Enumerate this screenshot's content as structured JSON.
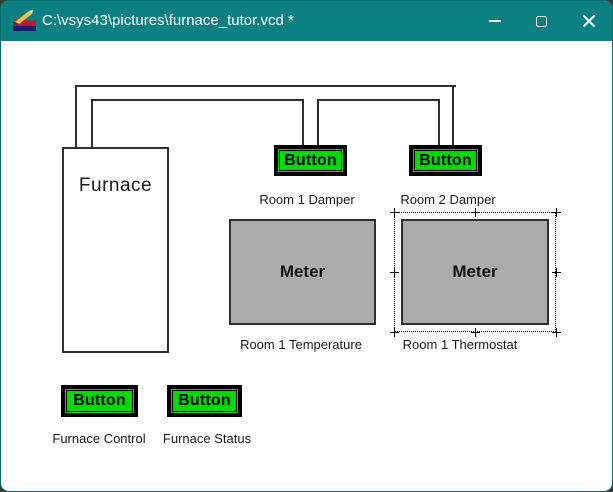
{
  "titlebar": {
    "title": "C:\\vsys43\\pictures\\furnace_tutor.vcd *",
    "background_color": "#0a8082",
    "icons": [
      "app-icon",
      "minimize-icon",
      "maximize-icon",
      "close-icon"
    ]
  },
  "canvas": {
    "furnace": {
      "label": "Furnace"
    },
    "buttons": [
      {
        "label": "Button",
        "caption": "Room 1 Damper"
      },
      {
        "label": "Button",
        "caption": "Room 2 Damper"
      },
      {
        "label": "Button",
        "caption": "Furnace Control"
      },
      {
        "label": "Button",
        "caption": "Furnace Status"
      }
    ],
    "meters": [
      {
        "label": "Meter",
        "caption": "Room 1 Temperature",
        "selected": false
      },
      {
        "label": "Meter",
        "caption": "Room 1 Thermostat",
        "selected": true
      }
    ],
    "colors": {
      "button_green": "#00da00",
      "meter_gray": "#acacac",
      "wire": "#2e2e2e"
    }
  }
}
